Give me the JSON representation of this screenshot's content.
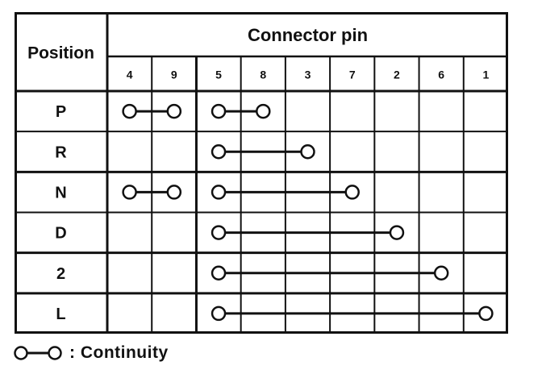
{
  "page": {
    "background": "#ffffff",
    "ink": "#111111"
  },
  "table": {
    "position_header": "Position",
    "connector_pin_header": "Connector pin",
    "pins": [
      "4",
      "9",
      "5",
      "8",
      "3",
      "7",
      "2",
      "6",
      "1"
    ],
    "rows": [
      {
        "position": "P",
        "connections": [
          [
            "4",
            "9"
          ],
          [
            "5",
            "8"
          ]
        ]
      },
      {
        "position": "R",
        "connections": [
          [
            "5",
            "3"
          ]
        ]
      },
      {
        "position": "N",
        "connections": [
          [
            "4",
            "9"
          ],
          [
            "5",
            "7"
          ]
        ]
      },
      {
        "position": "D",
        "connections": [
          [
            "5",
            "2"
          ]
        ]
      },
      {
        "position": "2",
        "connections": [
          [
            "5",
            "6"
          ]
        ]
      },
      {
        "position": "L",
        "connections": [
          [
            "5",
            "1"
          ]
        ]
      }
    ]
  },
  "legend": {
    "symbol": "circle-line-circle",
    "text": ": Continuity"
  }
}
